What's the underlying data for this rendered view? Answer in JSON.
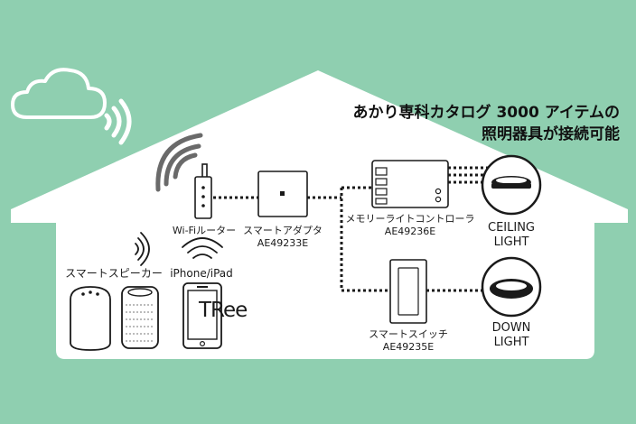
{
  "headline": {
    "line1": "あかり専科カタログ 3000 アイテムの",
    "line2": "照明器具が接続可能"
  },
  "devices": {
    "wifi_router": "Wi-Fiルーター",
    "smart_adapter": {
      "name": "スマートアダプタ",
      "model": "AE49233E"
    },
    "memory_light_controller": {
      "name": "メモリーライトコントローラ",
      "model": "AE49236E"
    },
    "smart_switch": {
      "name": "スマートスイッチ",
      "model": "AE49235E"
    },
    "smart_speaker": "スマートスピーカー",
    "iphone_ipad": "iPhone/iPad",
    "tree_logo": "TRee"
  },
  "lights": {
    "ceiling_line1": "CEILING",
    "ceiling_line2": "LIGHT",
    "down_line1": "DOWN",
    "down_line2": "LIGHT"
  },
  "colors": {
    "background": "#8fcfb0",
    "house": "#ffffff",
    "line": "#1a1a1a",
    "wave": "#555555"
  }
}
